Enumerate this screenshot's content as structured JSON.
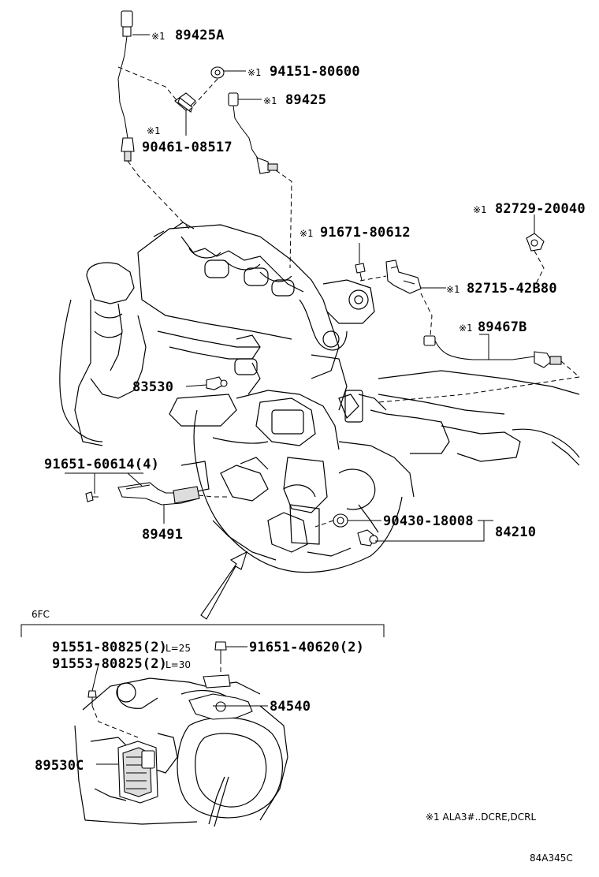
{
  "mark": "※1",
  "labels": {
    "p89425A": "89425A",
    "p94151": "94151-80600",
    "p89425": "89425",
    "p90461": "90461-08517",
    "p82729": "82729-20040",
    "p91671": "91671-80612",
    "p82715": "82715-42B80",
    "p89467B": "89467B",
    "p83530": "83530",
    "p91651_60614": "91651-60614(4)",
    "p89491": "89491",
    "p90430": "90430-18008",
    "p84210": "84210",
    "p91551": "91551-80825(2)",
    "p91553": "91553-80825(2)",
    "l25": "L=25",
    "l30": "L=30",
    "p91651_40620": "91651-40620(2)",
    "p84540": "84540",
    "p89530C": "89530C"
  },
  "section_label": "6FC",
  "footnote": "※1  ALA3#..DCRE,DCRL",
  "figure_code": "84A345C"
}
